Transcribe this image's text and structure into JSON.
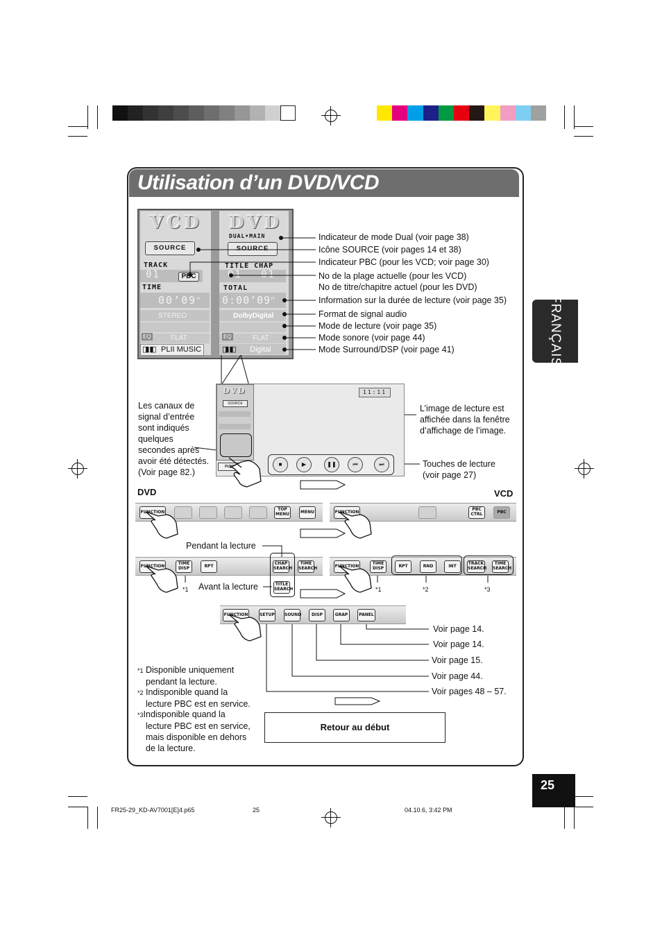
{
  "page": {
    "title": "Utilisation d’un DVD/VCD",
    "language_tab": "FRANÇAIS",
    "page_number": "25",
    "footer_left": "FR25-29_KD-AV7001[E]4.p65",
    "footer_mid": "25",
    "footer_right": "04.10.6, 3:42 PM"
  },
  "colors": {
    "gray_bars": [
      "#111111",
      "#222222",
      "#333333",
      "#3f3f3f",
      "#4d4d4d",
      "#5d5d5d",
      "#6e6e6e",
      "#808080",
      "#969696",
      "#b2b2b2",
      "#d0d0d0",
      "#ffffff"
    ],
    "color_bars": [
      "#ffe800",
      "#e4007f",
      "#00a0e9",
      "#1d2088",
      "#009944",
      "#e60012",
      "#231815",
      "#fff45c",
      "#f19ec2",
      "#7ecef4",
      "#9fa0a0"
    ]
  },
  "display": {
    "vcd": {
      "logo": "VCD",
      "source": "SOURCE",
      "track": "TRACK",
      "pbc": "PBC",
      "track_val": "01",
      "time": "TIME",
      "time_val": "00ʼ09ʺ",
      "stereo": "STEREO",
      "eq": "EQ",
      "flat": "FLAT",
      "surround": "PLII MUSIC"
    },
    "dvd": {
      "logo": "DVD",
      "dual": "DUAL•MAIN",
      "source": "SOURCE",
      "title_chap": "TITLE  CHAP",
      "title_val": "01",
      "chap_val": "01",
      "total": "TOTAL",
      "time_val": "0:00ʼ09ʺ",
      "format": "DolbyDigital",
      "eq": "EQ",
      "flat": "FLAT",
      "surround": "Digital"
    }
  },
  "callouts": [
    "Indicateur de mode Dual (voir page 38)",
    "Icône SOURCE (voir pages 14 et 38)",
    "Indicateur PBC (pour les VCD; voir page 30)",
    "No de la plage actuelle (pour les VCD)",
    "No de titre/chapitre actuel (pour les DVD)",
    "Information sur la durée de lecture (voir page 35)",
    "Format de signal audio",
    "Mode de lecture (voir page 35)",
    "Mode sonore (voir page 44)",
    "Mode Surround/DSP (voir page 41)"
  ],
  "screen": {
    "clock": "11:11",
    "left_note": [
      "Les canaux de",
      "signal d’entrée",
      "sont indiqués",
      "quelques",
      "secondes après",
      "avoir été détectés.",
      "(Voir page 82.)"
    ],
    "right_note": [
      "L’image de lecture est",
      "affichée dans la fenêtre",
      "d’affichage de l’image."
    ],
    "keys_note": [
      "Touches de lecture",
      "(voir page 27)"
    ]
  },
  "labels": {
    "dvd": "DVD",
    "vcd": "VCD",
    "pendant": "Pendant la lecture",
    "avant": "Avant la lecture",
    "star1": "*1",
    "star2": "*2",
    "star3": "*3",
    "retour": "Retour au début"
  },
  "buttons": {
    "function": "FUNCTION",
    "top_menu": "TOP MENU",
    "menu": "MENU",
    "pbc_ctrl": "PBC CTRL",
    "pbc": "PBC",
    "time_disp": "TIME DISP",
    "rpt": "RPT",
    "rnd": "RND",
    "int": "INT",
    "chap_search": "CHAP SEARCH",
    "title_search": "TITLE SEARCH",
    "time_search": "TIME SEARCH",
    "track_search": "TRACK SEARCH",
    "setup": "SETUP",
    "sound": "SOUND",
    "disp": "DISP",
    "grap": "GRAP",
    "panel": "PANEL"
  },
  "setup_refs": [
    "Voir page 14.",
    "Voir page 14.",
    "Voir page 15.",
    "Voir page 44.",
    "Voir pages 48 – 57."
  ],
  "footnotes": {
    "n1": [
      "Disponible uniquement",
      "pendant la lecture."
    ],
    "n2": [
      "Indisponible quand la",
      "lecture PBC est en service."
    ],
    "n3": [
      "Indisponible quand la",
      "lecture PBC est en service,",
      "mais disponible en dehors",
      "de la lecture."
    ]
  }
}
